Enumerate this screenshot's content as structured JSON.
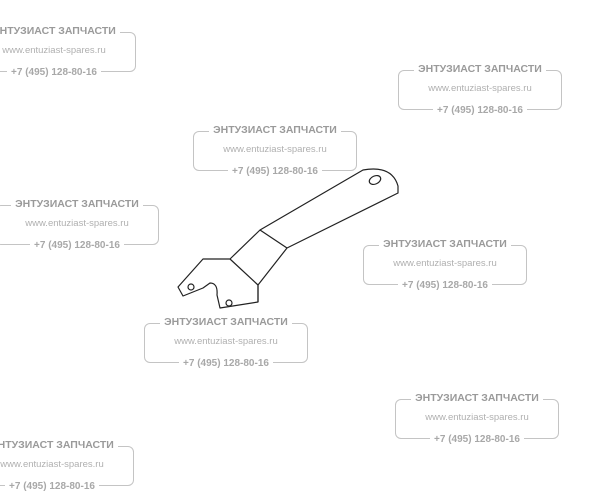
{
  "watermark": {
    "title": "ЭНТУЗИАСТ ЗАПЧАСТИ",
    "url": "www.entuziast-spares.ru",
    "phone": "+7 (495) 128-80-16"
  },
  "drawing": {
    "subject-icon": "pin-spanner-wrench",
    "line_color": "#222222"
  }
}
